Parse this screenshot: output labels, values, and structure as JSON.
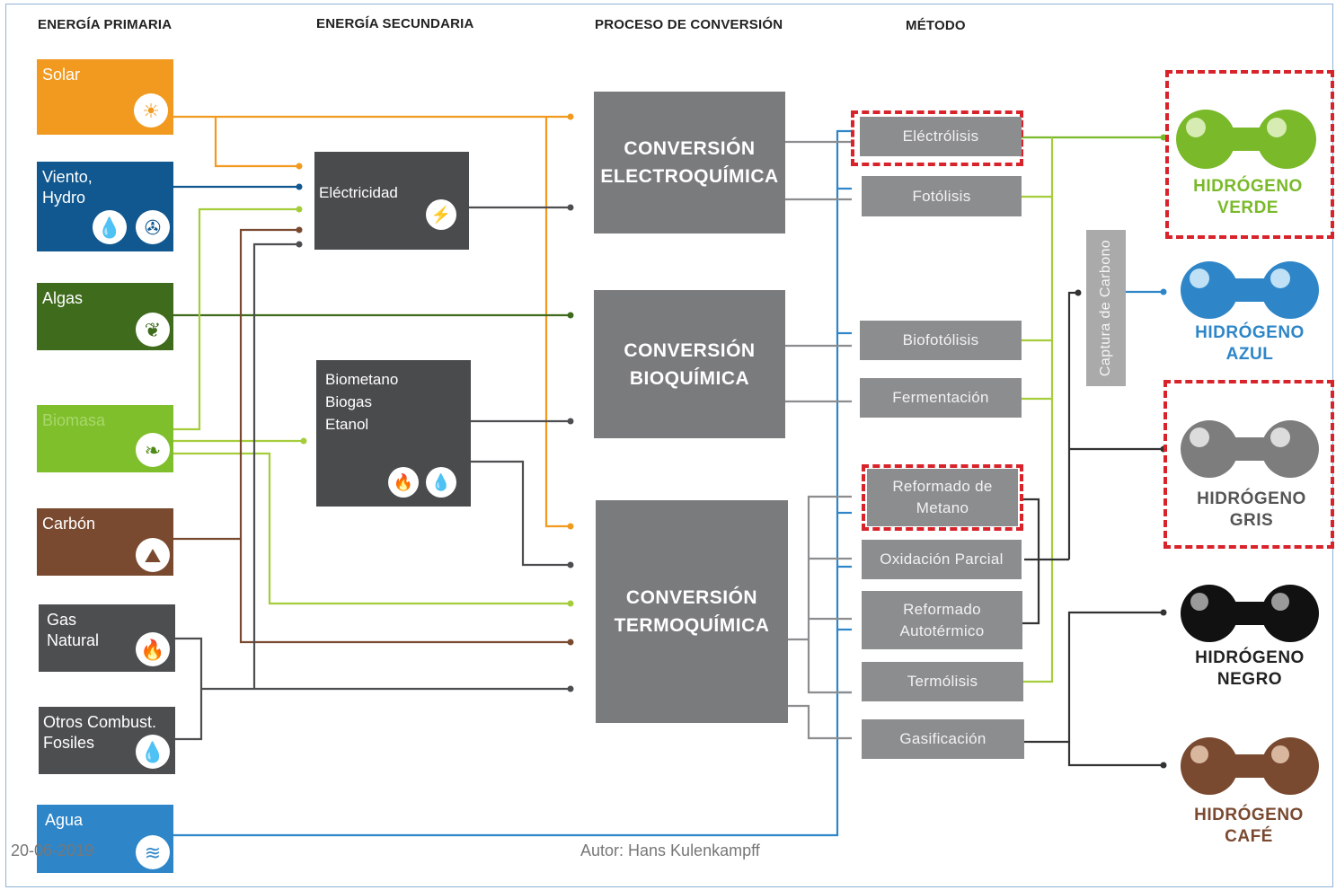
{
  "headers": {
    "primary": "ENERGÍA PRIMARIA",
    "secondary": "ENERGÍA SECUNDARIA",
    "conversion": "PROCESO DE CONVERSIÓN",
    "method": "MÉTODO"
  },
  "primary_sources": {
    "solar": "Solar",
    "wind_hydro_1": "Viento,",
    "wind_hydro_2": "Hydro",
    "algae": "Algas",
    "biomass": "Biomasa",
    "coal": "Carbón",
    "gas_1": "Gas",
    "gas_2": "Natural",
    "fossil_1": "Otros Combust.",
    "fossil_2": "Fosiles",
    "water": "Agua"
  },
  "secondary": {
    "electricity": "Eléctricidad",
    "bio_1": "Biometano",
    "bio_2": "Biogas",
    "bio_3": "Etanol"
  },
  "conversion": {
    "electro_1": "CONVERSIÓN",
    "electro_2": "ELECTROQUÍMICA",
    "bio_1": "CONVERSIÓN",
    "bio_2": "BIOQUÍMICA",
    "thermo_1": "CONVERSIÓN",
    "thermo_2": "TERMOQUÍMICA"
  },
  "methods": {
    "electrolysis": "Eléctrólisis",
    "photolysis": "Fotólisis",
    "biophotolysis": "Biofotólisis",
    "fermentation": "Fermentación",
    "smr_1": "Reformado de",
    "smr_2": "Metano",
    "pox": "Oxidación Parcial",
    "atr_1": "Reformado",
    "atr_2": "Autotérmico",
    "thermolysis": "Termólisis",
    "gasification": "Gasificación"
  },
  "carbon_capture": "Captura de Carbono",
  "hydrogen": {
    "green_1": "HIDRÓGENO",
    "green_2": "VERDE",
    "blue_1": "HIDRÓGENO",
    "blue_2": "AZUL",
    "grey_1": "HIDRÓGENO",
    "grey_2": "GRIS",
    "black_1": "HIDRÓGENO",
    "black_2": "NEGRO",
    "brown_1": "HIDRÓGENO",
    "brown_2": "CAFÉ"
  },
  "colors": {
    "solar": "#f19a1f",
    "wind": "#10588f",
    "algae": "#3f6b1c",
    "biomass": "#7fbf2c",
    "coal": "#7a4a30",
    "gas": "#4d4e50",
    "water": "#2e86c8",
    "green_h2": "#7ab929",
    "blue_h2": "#2e86c8",
    "grey_h2": "#555555",
    "black_h2": "#222222",
    "brown_h2": "#7a4a30",
    "highlight": "#d9232b"
  },
  "footer": {
    "date": "20-06-2019",
    "author": "Autor: Hans Kulenkampff"
  }
}
